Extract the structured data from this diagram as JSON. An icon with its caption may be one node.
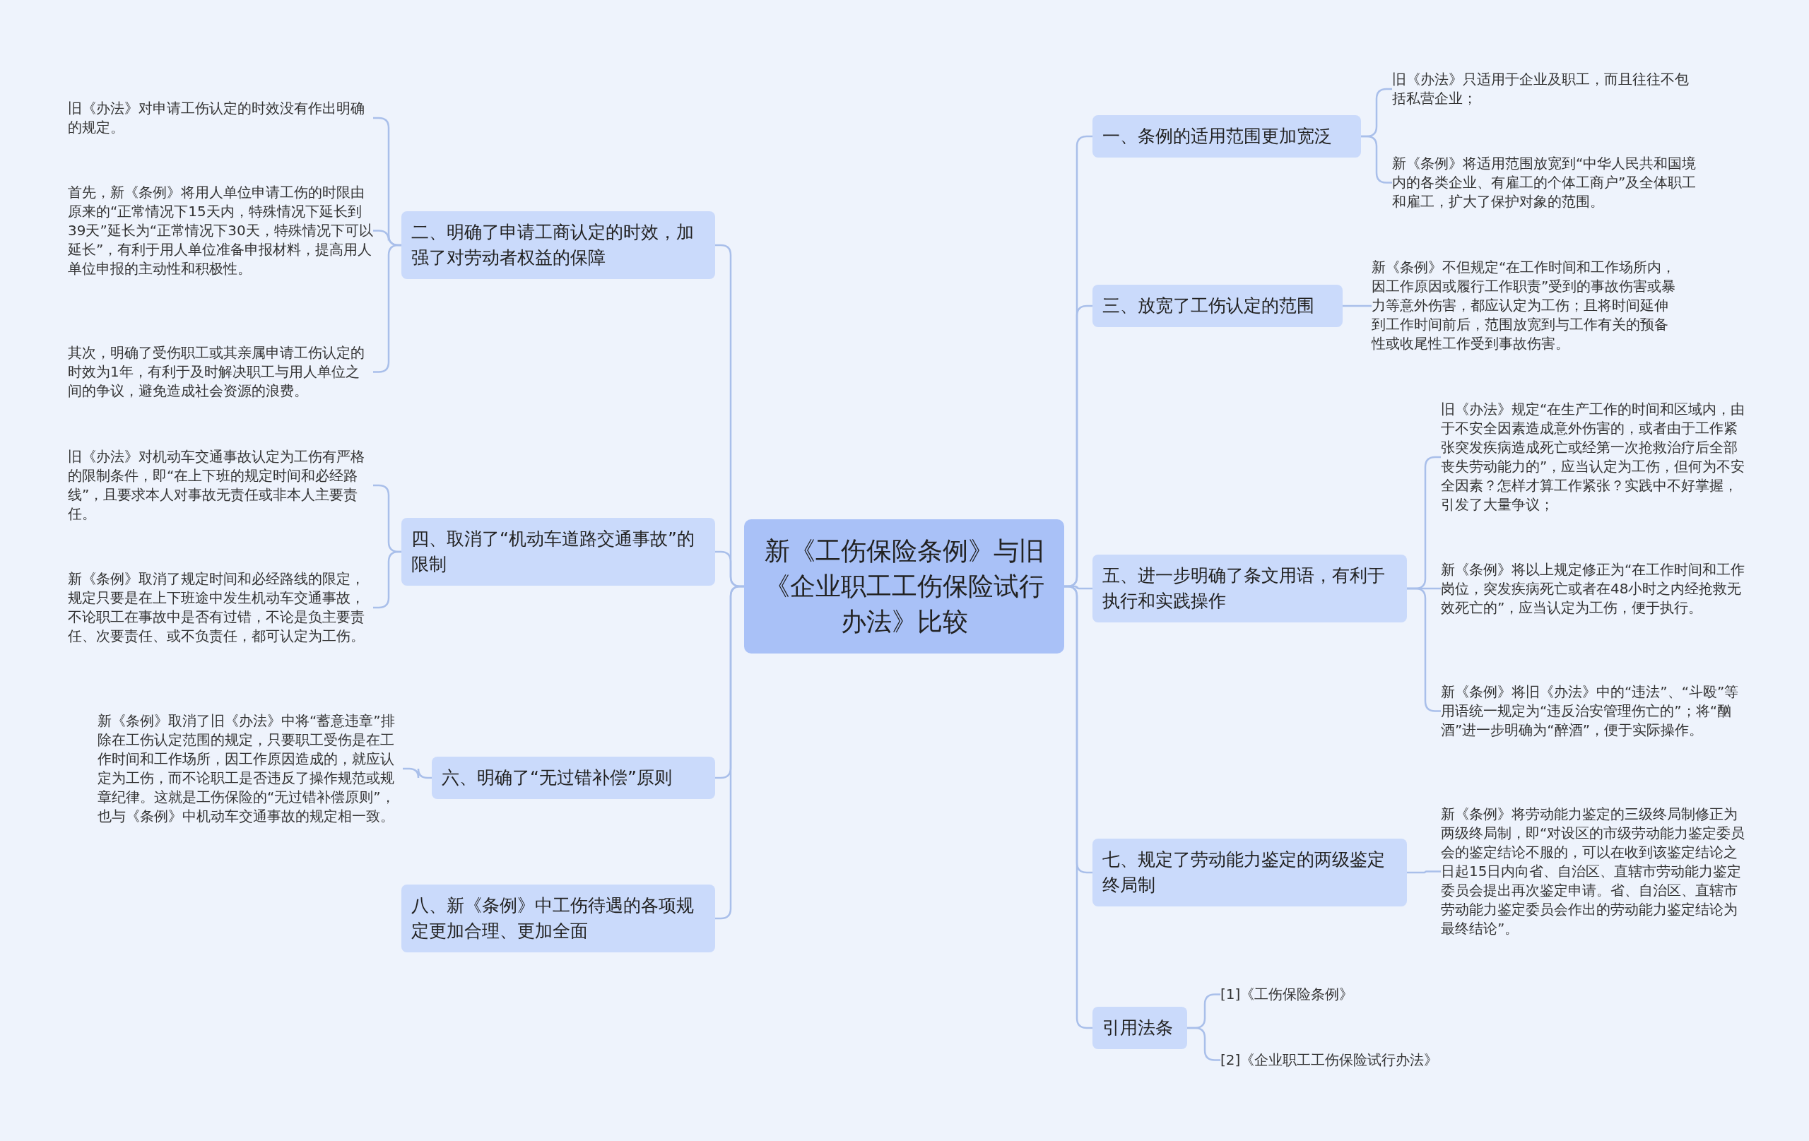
{
  "diagram": {
    "nodes": [
      {
        "text": [
          "新《工伤保险条例》与旧《企业职工工伤保险试行办法》比较"
        ]
      },
      {
        "text": [
          "二、明确了申请工商认定的时效，加强了对劳动者权益的保障"
        ]
      },
      {
        "text": [
          "旧《办法》对申请工伤认定的时效没有作出明确的规定。"
        ]
      },
      {
        "text": [
          "首先，新《条例》将用人单位申请工伤的时限由原来的“正常情况下15天内，特殊情况下延长到39天”延长为“正常情况下30天，特殊情况下可以延长”，有利于用人单位准备申报材料，提高用人单位申报的主动性和积极性。"
        ]
      },
      {
        "text": [
          "其次，明确了受伤职工或其亲属申请工伤认定的时效为1年，有利于及时解决职工与用人单位之间的争议，避免造成社会资源的浪费。"
        ]
      },
      {
        "text": [
          "四、取消了“机动车道路交通事故”的限制"
        ]
      },
      {
        "text": [
          "旧《办法》对机动车交通事故认定为工伤有严格的限制条件，即“在上下班的规定时间和必经路线”，且要求本人对事故无责任或非本人主要责任。"
        ]
      },
      {
        "text": [
          "新《条例》取消了规定时间和必经路线的限定，规定只要是在上下班途中发生机动车交通事故，不论职工在事故中是否有过错，不论是负主要责任、次要责任、或不负责任，都可认定为工伤。"
        ]
      },
      {
        "text": [
          "六、明确了“无过错补偿”原则"
        ]
      },
      {
        "text": [
          "新《条例》取消了旧《办法》中将“蓄意违章”排除在工伤认定范围的规定，只要职工受伤是在工作时间和工作场所，因工作原因造成的，就应认定为工伤，而不论职工是否违反了操作规范或规章纪律。这就是工伤保险的“无过错补偿原则”，也与《条例》中机动车交通事故的规定相一致。"
        ]
      },
      {
        "text": [
          "八、新《条例》中工伤待遇的各项规定更加合理、更加全面"
        ]
      },
      {
        "text": [
          "一、条例的适用范围更加宽泛"
        ]
      },
      {
        "text": [
          "旧《办法》只适用于企业及职工，而且往往不包括私营企业；"
        ]
      },
      {
        "text": [
          "新《条例》将适用范围放宽到“中华人民共和国境内的各类企业、有雇工的个体工商户”及全体职工和雇工，扩大了保护对象的范围。"
        ]
      },
      {
        "text": [
          "三、放宽了工伤认定的范围"
        ]
      },
      {
        "text": [
          "新《条例》不但规定“在工作时间和工作场所内，因工作原因或履行工作职责”受到的事故伤害或暴力等意外伤害，都应认定为工伤；且将时间延伸到工作时间前后，范围放宽到与工作有关的预备性或收尾性工作受到事故伤害。"
        ]
      },
      {
        "text": [
          "五、进一步明确了条文用语，有利于执行和实践操作"
        ]
      },
      {
        "text": [
          "旧《办法》规定“在生产工作的时间和区域内，由于不安全因素造成意外伤害的，或者由于工作紧张突发疾病造成死亡或经第一次抢救治疗后全部丧失劳动能力的”，应当认定为工伤，但何为不安全因素？怎样才算工作紧张？实践中不好掌握，引发了大量争议；"
        ]
      },
      {
        "text": [
          "新《条例》将以上规定修正为“在工作时间和工作岗位，突发疾病死亡或者在48小时之内经抢救无效死亡的”，应当认定为工伤，便于执行。"
        ]
      },
      {
        "text": [
          "新《条例》将旧《办法》中的“违法”、“斗殴”等用语统一规定为“违反治安管理伤亡的”；将“酗酒”进一步明确为“醉酒”，便于实际操作。"
        ]
      },
      {
        "text": [
          "七、规定了劳动能力鉴定的两级鉴定终局制"
        ]
      },
      {
        "text": [
          "新《条例》将劳动能力鉴定的三级终局制修正为两级终局制，即“对设区的市级劳动能力鉴定委员会的鉴定结论不服的，可以在收到该鉴定结论之日起15日内向省、自治区、直辖市劳动能力鉴定委员会提出再次鉴定申请。省、自治区、直辖市劳动能力鉴定委员会作出的劳动能力鉴定结论为最终结论”。"
        ]
      },
      {
        "text": [
          "引用法条"
        ]
      },
      {
        "text": [
          "[1]《工伤保险条例》"
        ]
      },
      {
        "text": [
          "[2]《企业职工工伤保险试行办法》"
        ]
      }
    ],
    "edges": [
      {
        "from": 0,
        "to": 1,
        "arrow": "none"
      },
      {
        "from": 1,
        "to": 2,
        "arrow": "none"
      },
      {
        "from": 1,
        "to": 3,
        "arrow": "none"
      },
      {
        "from": 1,
        "to": 4,
        "arrow": "none"
      },
      {
        "from": 0,
        "to": 5,
        "arrow": "none"
      },
      {
        "from": 5,
        "to": 6,
        "arrow": "none"
      },
      {
        "from": 5,
        "to": 7,
        "arrow": "none"
      },
      {
        "from": 0,
        "to": 8,
        "arrow": "none"
      },
      {
        "from": 8,
        "to": 9,
        "arrow": "none"
      },
      {
        "from": 0,
        "to": 10,
        "arrow": "none"
      },
      {
        "from": 0,
        "to": 11,
        "arrow": "none"
      },
      {
        "from": 11,
        "to": 12,
        "arrow": "none"
      },
      {
        "from": 11,
        "to": 13,
        "arrow": "none"
      },
      {
        "from": 0,
        "to": 14,
        "arrow": "none"
      },
      {
        "from": 14,
        "to": 15,
        "arrow": "none"
      },
      {
        "from": 0,
        "to": 16,
        "arrow": "none"
      },
      {
        "from": 16,
        "to": 17,
        "arrow": "none"
      },
      {
        "from": 16,
        "to": 18,
        "arrow": "none"
      },
      {
        "from": 16,
        "to": 19,
        "arrow": "none"
      },
      {
        "from": 0,
        "to": 20,
        "arrow": "none"
      },
      {
        "from": 20,
        "to": 21,
        "arrow": "none"
      },
      {
        "from": 0,
        "to": 22,
        "arrow": "none"
      },
      {
        "from": 22,
        "to": 23,
        "arrow": "none"
      },
      {
        "from": 22,
        "to": 24,
        "arrow": "none"
      }
    ]
  }
}
